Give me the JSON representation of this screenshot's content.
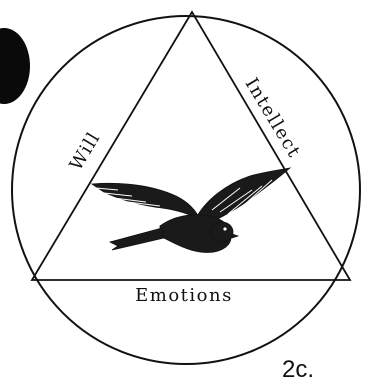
{
  "diagram": {
    "labels": {
      "left_side": "Will",
      "right_side": "Intellect",
      "bottom_side": "Emotions",
      "corner_mark": "2c."
    },
    "icons": {
      "center_figure": "flying-dove-icon",
      "punch_hole": "punch-hole-icon"
    },
    "colors": {
      "ink": "#111111",
      "paper": "#ffffff"
    }
  }
}
